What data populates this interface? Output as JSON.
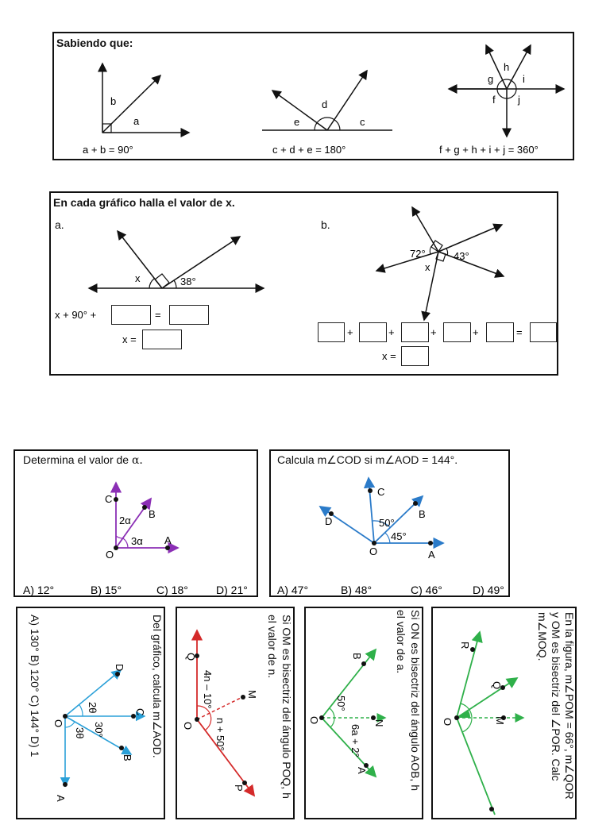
{
  "section1": {
    "title": "Sabiendo que:",
    "fig1": {
      "b": "b",
      "a": "a",
      "formula": "a + b = 90°"
    },
    "fig2": {
      "d": "d",
      "e": "e",
      "c": "c",
      "formula": "c + d + e = 180°"
    },
    "fig3": {
      "h": "h",
      "g": "g",
      "i": "i",
      "f": "f",
      "j": "j",
      "formula": "f + g + h + i + j = 360°"
    }
  },
  "section2": {
    "title": "En cada gráfico halla el valor de x.",
    "a": {
      "label": "a.",
      "x": "x",
      "angle": "38°",
      "eq_start": "x + 90° +",
      "eq_equals": "=",
      "x_eq": "x ="
    },
    "b": {
      "label": "b.",
      "angle1": "72°",
      "angle2": "43°",
      "x": "x",
      "plus": "+",
      "equals": "=",
      "x_eq": "x ="
    }
  },
  "problem1": {
    "title_pre": "Determina el valor de ",
    "title_var": "α.",
    "labels": {
      "C": "C",
      "B": "B",
      "O": "O",
      "A": "A",
      "ang1": "2α",
      "ang2": "3α"
    },
    "options": [
      "A) 12°",
      "B) 15°",
      "C) 18°",
      "D) 21°"
    ]
  },
  "problem2": {
    "title": "Calcula m∠COD si m∠AOD = 144°.",
    "labels": {
      "C": "C",
      "B": "B",
      "D": "D",
      "O": "O",
      "A": "A",
      "ang1": "50°",
      "ang2": "45°"
    },
    "options": [
      "A) 47°",
      "B) 48°",
      "C) 46°",
      "D) 49°"
    ]
  },
  "problem3": {
    "title": "Del gráfico, calcula m∠AOD.",
    "labels": {
      "D": "D",
      "C": "C",
      "B": "B",
      "O": "O",
      "A": "A",
      "ang1": "2θ",
      "ang2": "30°",
      "ang3": "3θ"
    },
    "options": "A) 130°   B) 120°  C) 144°  D) 1"
  },
  "problem4": {
    "line1": "Si OM es bisectriz del ángulo POQ, h",
    "line2": "el valor de n.",
    "labels": {
      "Q": "Q",
      "O": "O",
      "M": "M",
      "P": "P",
      "ang1": "4n – 10°",
      "ang2": "n + 50°"
    }
  },
  "problem5": {
    "line1": "Si ON es bisectriz del ángulo AOB, h",
    "line2": "el valor de a.",
    "labels": {
      "B": "B",
      "O": "O",
      "N": "N",
      "A": "A",
      "ang1": "50°",
      "ang2": "6a + 2°"
    }
  },
  "problem6": {
    "line1": "En la figura, m∠POM = 66°, m∠QOR",
    "line2": "y OM es bisectriz del ∠POR. Calc",
    "line3": "m∠MOQ.",
    "labels": {
      "R": "R",
      "Q": "Q",
      "M": "M",
      "O": "O"
    }
  }
}
